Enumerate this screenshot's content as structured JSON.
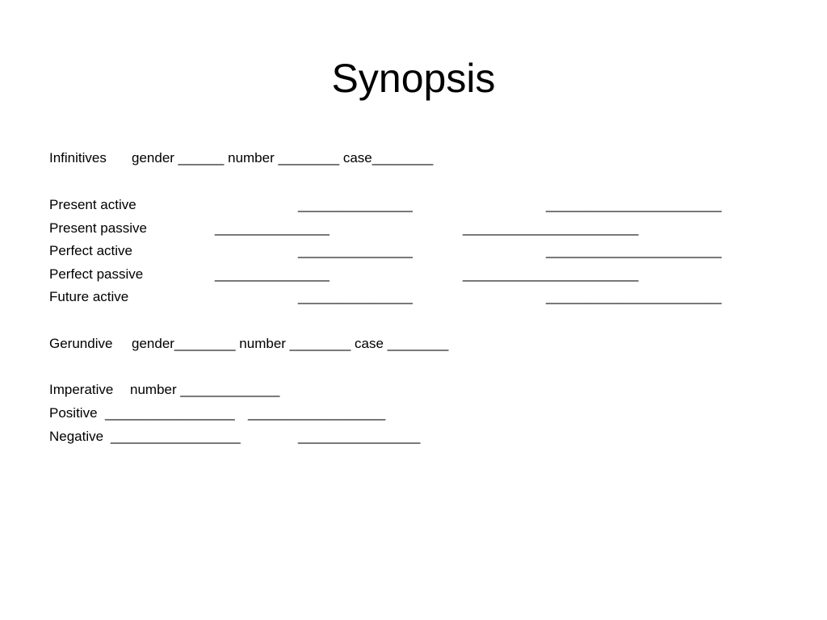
{
  "slide": {
    "title": "Synopsis",
    "infinitives": {
      "label": "Infinitives",
      "fields": "gender ______ number ________ case________"
    },
    "forms": [
      {
        "label": "Present active",
        "blank_a": "_______________",
        "blank_b": "_______________________"
      },
      {
        "label": "Present passive",
        "blank_a": "_______________",
        "blank_b": "_______________________"
      },
      {
        "label": "Perfect active",
        "blank_a": "_______________",
        "blank_b": "_______________________"
      },
      {
        "label": "Perfect passive",
        "blank_a": "_______________",
        "blank_b": "_______________________"
      },
      {
        "label": "Future active",
        "blank_a": "_______________",
        "blank_b": "_______________________"
      }
    ],
    "gerundive": {
      "label": "Gerundive",
      "fields": "gender________ number ________ case ________"
    },
    "imperative": {
      "label": "Imperative",
      "fields": "number _____________"
    },
    "positive": {
      "label": "Positive",
      "blank_a": "_________________",
      "blank_b": "__________________"
    },
    "negative": {
      "label": "Negative",
      "blank_a": "_________________",
      "blank_b": "________________"
    }
  }
}
